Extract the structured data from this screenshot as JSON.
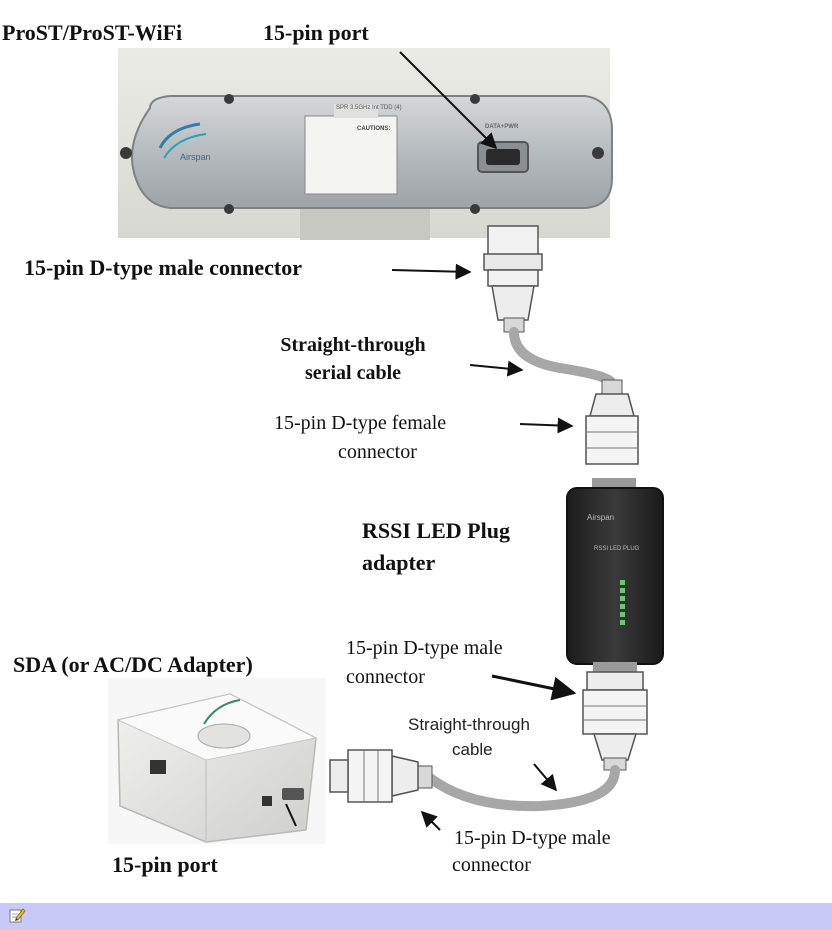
{
  "labels": {
    "device_top": "ProST/ProST-WiFi",
    "port_top": "15-pin port",
    "male_connector_top": "15-pin D-type male connector",
    "serial_cable_line1": "Straight-through",
    "serial_cable_line2": "serial cable",
    "female_connector_line1": "15-pin D-type female",
    "female_connector_line2": "connector",
    "rssi_line1": "RSSI LED Plug",
    "rssi_line2": "adapter",
    "sda": "SDA (or AC/DC Adapter)",
    "male_connector_mid_line1": "15-pin D-type male",
    "male_connector_mid_line2": "connector",
    "cable_line1": "Straight-through",
    "cable_line2": "cable",
    "male_connector_bottom_line1": "15-pin D-type male",
    "male_connector_bottom_line2": "connector",
    "port_bottom": "15-pin port"
  },
  "device_markings": {
    "brand": "Airspan",
    "model_plate": "SPR 3.5GHz Int TDD (4)",
    "caution": "CAUTIONS:",
    "port_label": "DATA+PWR"
  },
  "note_icon": "note-pencil-icon",
  "colors": {
    "note_bar": "#c9c9f7",
    "device_body": "#b9bec2",
    "adapter_body": "#2b2b2b",
    "cable": "#a9a9a9"
  }
}
